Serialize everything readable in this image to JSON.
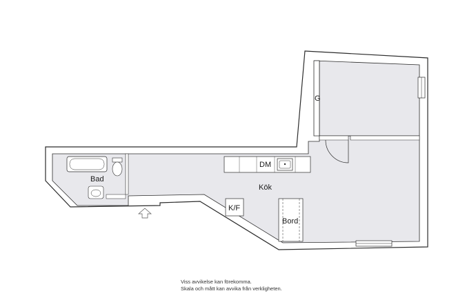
{
  "rooms": {
    "bad": "Bad",
    "kok": "Kök",
    "g": "G",
    "dm": "DM",
    "kf": "K/F",
    "bord": "Bord"
  },
  "disclaimer": {
    "line1": "Viss avvikelse kan förekomma.",
    "line2": "Skala och mått kan avvika från verkligheten."
  },
  "colors": {
    "wall": "#ffffff",
    "wall_stroke": "#2b2b2b",
    "floor": "#e8e8ec",
    "fixture": "#ffffff"
  }
}
